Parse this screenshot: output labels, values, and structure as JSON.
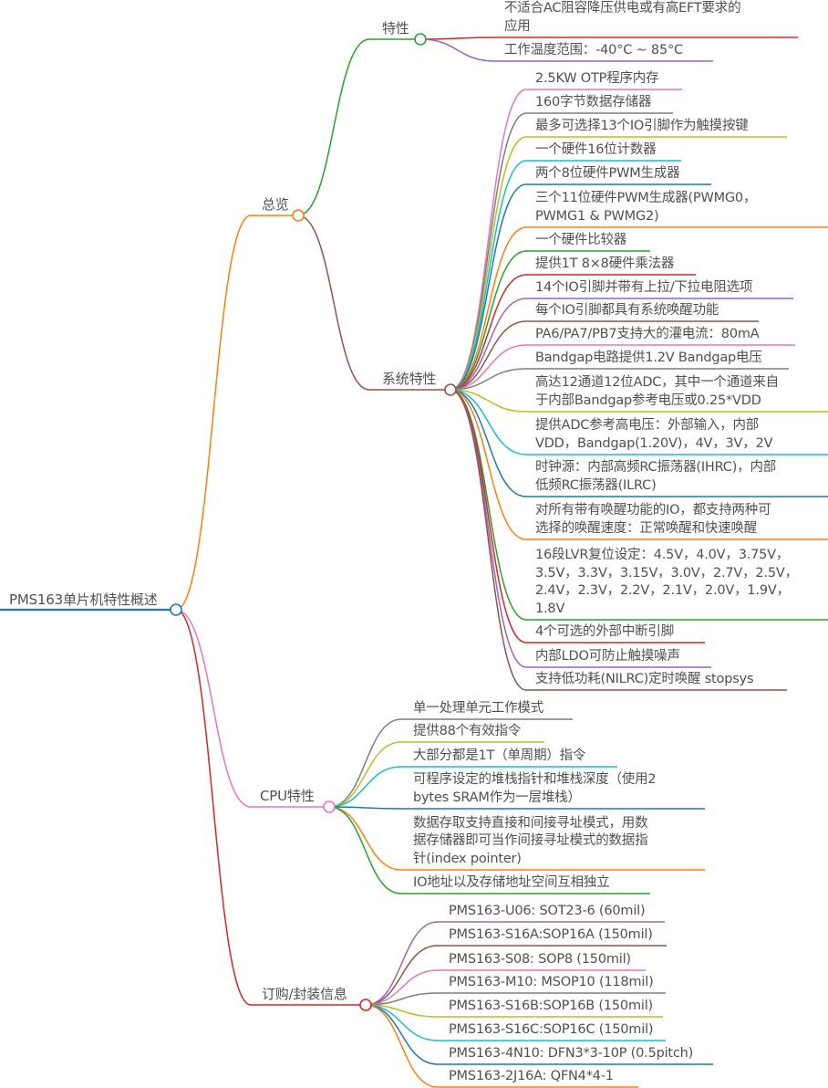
{
  "root": {
    "label": "PMS163单片机特性概述"
  },
  "overview": {
    "label": "总览",
    "features": {
      "label": "特性",
      "items": [
        "不适合AC阻容降压供电或有高EFT要求的\n应用",
        "工作温度范围：-40°C ~ 85°C"
      ]
    },
    "system": {
      "label": "系统特性",
      "items": [
        "2.5KW OTP程序内存",
        "160字节数据存储器",
        "最多可选择13个IO引脚作为触摸按键",
        "一个硬件16位计数器",
        "两个8位硬件PWM生成器",
        "三个11位硬件PWM生成器(PWMG0，\nPWMG1 & PWMG2)",
        "一个硬件比较器",
        "提供1T 8×8硬件乘法器",
        "14个IO引脚并带有上拉/下拉电阻选项",
        "每个IO引脚都具有系统唤醒功能",
        "PA6/PA7/PB7支持大的灌电流：80mA",
        "Bandgap电路提供1.2V Bandgap电压",
        "高达12通道12位ADC，其中一个通道来自\n于内部Bandgap参考电压或0.25*VDD",
        "提供ADC参考高电压：外部输入，内部\nVDD，Bandgap(1.20V)，4V，3V，2V",
        "时钟源：内部高频RC振荡器(IHRC)，内部\n低频RC振荡器(ILRC)",
        "对所有带有唤醒功能的IO，都支持两种可\n选择的唤醒速度：正常唤醒和快速唤醒",
        "16段LVR复位设定：4.5V，4.0V，3.75V，\n3.5V，3.3V，3.15V，3.0V，2.7V，2.5V，\n2.4V，2.3V，2.2V，2.1V，2.0V，1.9V，\n1.8V",
        "4个可选的外部中断引脚",
        "内部LDO可防止触摸噪声",
        "支持低功耗(NILRC)定时唤醒 stopsys"
      ]
    }
  },
  "cpu": {
    "label": "CPU特性",
    "items": [
      "单一处理单元工作模式",
      "提供88个有效指令",
      "大部分都是1T（单周期）指令",
      "可程序设定的堆栈指针和堆栈深度（使用2\nbytes SRAM作为一层堆栈）",
      "数据存取支持直接和间接寻址模式，用数\n据存储器即可当作间接寻址模式的数据指\n针(index pointer)",
      "IO地址以及存储地址空间互相独立"
    ]
  },
  "order": {
    "label": "订购/封装信息",
    "items": [
      "PMS163-U06: SOT23-6 (60mil)",
      "PMS163-S16A:SOP16A (150mil)",
      "PMS163-S08: SOP8 (150mil)",
      "PMS163-M10: MSOP10 (118mil)",
      "PMS163-S16B:SOP16B (150mil)",
      "PMS163-S16C:SOP16C (150mil)",
      "PMS163-4N10: DFN3*3-10P (0.5pitch)",
      "PMS163-2J16A: QFN4*4-1"
    ]
  },
  "colors": {
    "blue": "#1f77b4",
    "orange": "#ff7f0e",
    "green": "#2ca02c",
    "red": "#d62728",
    "purple": "#9467bd",
    "brown": "#8c564b",
    "pink": "#e377c2",
    "gray": "#7f7f7f",
    "olive": "#bcbd22",
    "cyan": "#17becf"
  }
}
